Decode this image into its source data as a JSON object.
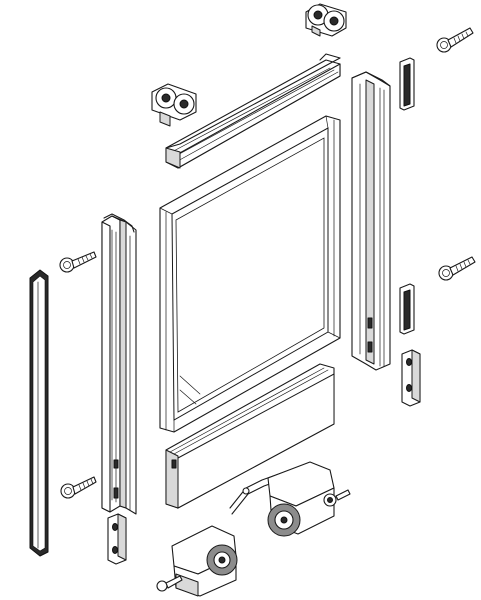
{
  "diagram": {
    "kind": "exploded-assembly-drawing",
    "background": "#ffffff",
    "line_color": "#1a1a1a",
    "components": [
      {
        "name": "gasket-strip",
        "count": 1
      },
      {
        "name": "left-vertical-profile",
        "count": 1
      },
      {
        "name": "right-vertical-profile",
        "count": 1
      },
      {
        "name": "top-horizontal-rail",
        "count": 1
      },
      {
        "name": "bottom-horizontal-rail",
        "count": 1
      },
      {
        "name": "glass-panel-frame",
        "count": 1
      },
      {
        "name": "roller-wheel-assembly",
        "count": 2
      },
      {
        "name": "hinged-bottom-guide",
        "count": 1
      },
      {
        "name": "screw",
        "count": 4
      },
      {
        "name": "mounting-bracket",
        "count": 2
      },
      {
        "name": "rubber-pad",
        "count": 2
      }
    ]
  }
}
